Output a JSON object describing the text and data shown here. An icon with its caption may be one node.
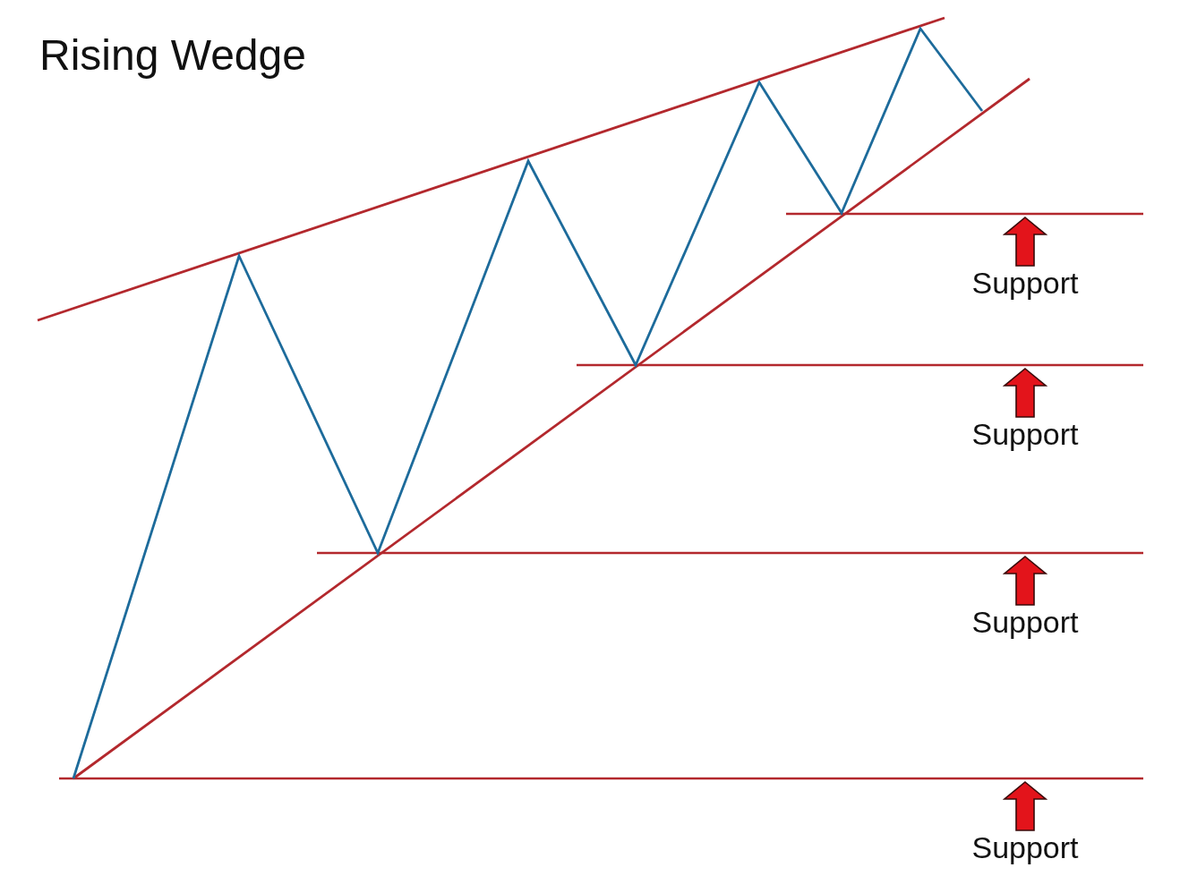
{
  "diagram": {
    "title": "Rising Wedge",
    "labels": [
      "Support",
      "Support",
      "Support",
      "Support"
    ]
  }
}
